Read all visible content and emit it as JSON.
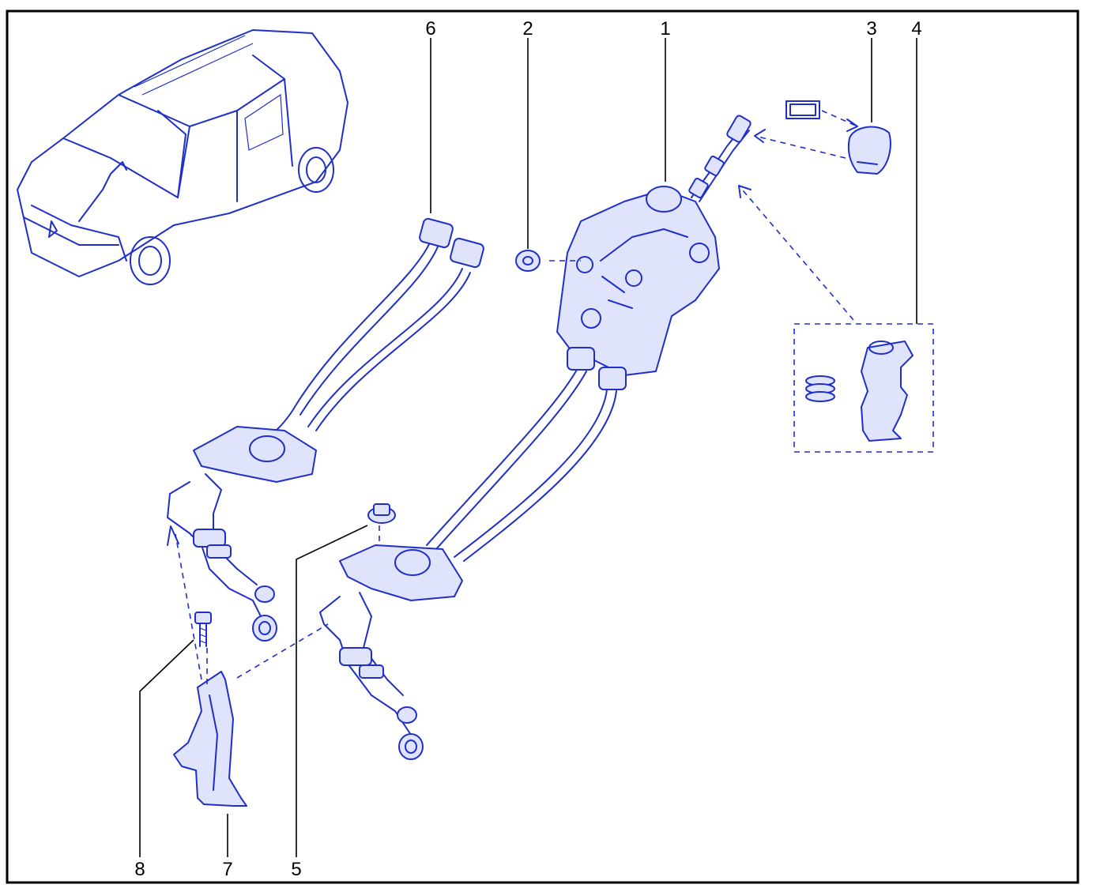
{
  "diagram": {
    "accent_color": "#1f2fc8",
    "frame_color": "#000000",
    "callouts": [
      {
        "id": "c1",
        "label": "1"
      },
      {
        "id": "c2",
        "label": "2"
      },
      {
        "id": "c3",
        "label": "3"
      },
      {
        "id": "c4",
        "label": "4"
      },
      {
        "id": "c5",
        "label": "5"
      },
      {
        "id": "c6",
        "label": "6"
      },
      {
        "id": "c7",
        "label": "7"
      },
      {
        "id": "c8",
        "label": "8"
      }
    ],
    "parts": [
      {
        "callout": "1",
        "icon": "gear-selector-assembly-icon"
      },
      {
        "callout": "2",
        "icon": "nut-icon"
      },
      {
        "callout": "3",
        "icon": "gear-knob-icon"
      },
      {
        "callout": "4",
        "icon": "bushing-kit-icon"
      },
      {
        "callout": "5",
        "icon": "flange-nut-icon"
      },
      {
        "callout": "6",
        "icon": "cable-assembly-icon"
      },
      {
        "callout": "7",
        "icon": "bracket-icon"
      },
      {
        "callout": "8",
        "icon": "bolt-icon"
      }
    ]
  }
}
